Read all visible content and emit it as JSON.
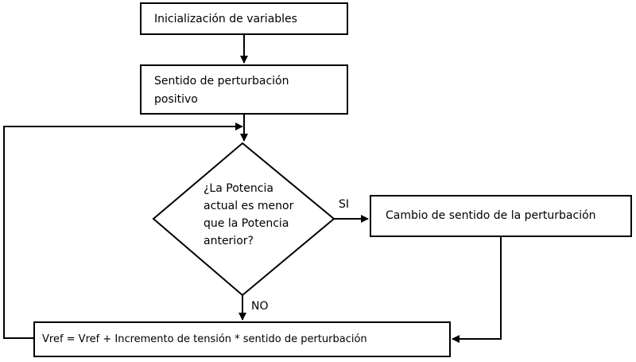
{
  "diagram": {
    "nodes": {
      "init": {
        "label": "Inicialización de variables"
      },
      "sense": {
        "line1": "Sentido de perturbación",
        "line2": "positivo"
      },
      "decision": {
        "line1": "¿La Potencia",
        "line2": "actual es menor",
        "line3": "que la Potencia",
        "line4": "anterior?"
      },
      "change": {
        "label": "Cambio de sentido de la perturbación"
      },
      "vref": {
        "label": "Vref = Vref + Incremento de tensión * sentido de perturbación"
      }
    },
    "edge_labels": {
      "yes": "SI",
      "no": "NO"
    }
  }
}
